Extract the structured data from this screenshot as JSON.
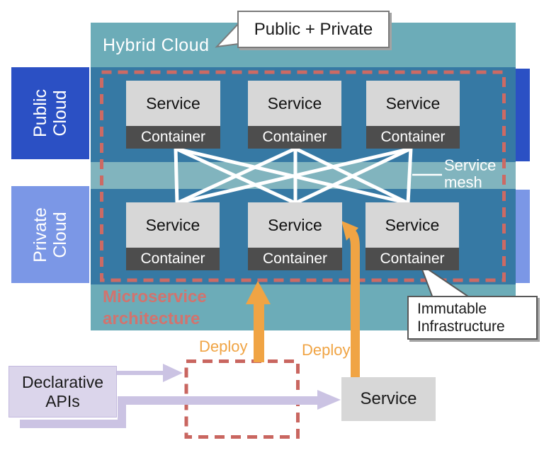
{
  "title": {
    "label": "Hybrid Cloud"
  },
  "callout_public_private": {
    "label": "Public + Private"
  },
  "bands": {
    "public": {
      "line1": "Public",
      "line2": "Cloud"
    },
    "private": {
      "line1": "Private",
      "line2": "Cloud"
    }
  },
  "microservice_architecture": {
    "line1": "Microservice",
    "line2": "architecture"
  },
  "service_mesh": {
    "line1": "Service",
    "line2": "mesh"
  },
  "top_row": [
    {
      "service": "Service",
      "container": "Container"
    },
    {
      "service": "Service",
      "container": "Container"
    },
    {
      "service": "Service",
      "container": "Container"
    }
  ],
  "bottom_row": [
    {
      "service": "Service",
      "container": "Container"
    },
    {
      "service": "Service",
      "container": "Container"
    },
    {
      "service": "Service",
      "container": "Container"
    }
  ],
  "deploy": {
    "left_label": "Deploy",
    "right_label": "Deploy"
  },
  "declarative_apis": {
    "line1": "Declarative",
    "line2": "APIs"
  },
  "standalone_service": {
    "label": "Service"
  },
  "callout_immutable": {
    "line1": "Immutable",
    "line2": "Infrastructure"
  },
  "colors": {
    "outer_teal": "#6CACB8",
    "inner_blue": "#3679A4",
    "mesh_band_teal": "#81B4BE",
    "public_cloud_blue": "#2B50C4",
    "private_cloud_blue": "#7B97E6",
    "dashed_border_salmon": "#CC6A64",
    "microservice_text_salmon": "#D2736E",
    "deploy_orange": "#F0A444",
    "service_box_gray": "#D7D7D7",
    "container_bar_gray": "#4D4D4D",
    "lavender_box": "#DBD5EB",
    "lavender_arrow": "#CBC3E3",
    "mesh_line_white": "#FFFFFF"
  }
}
